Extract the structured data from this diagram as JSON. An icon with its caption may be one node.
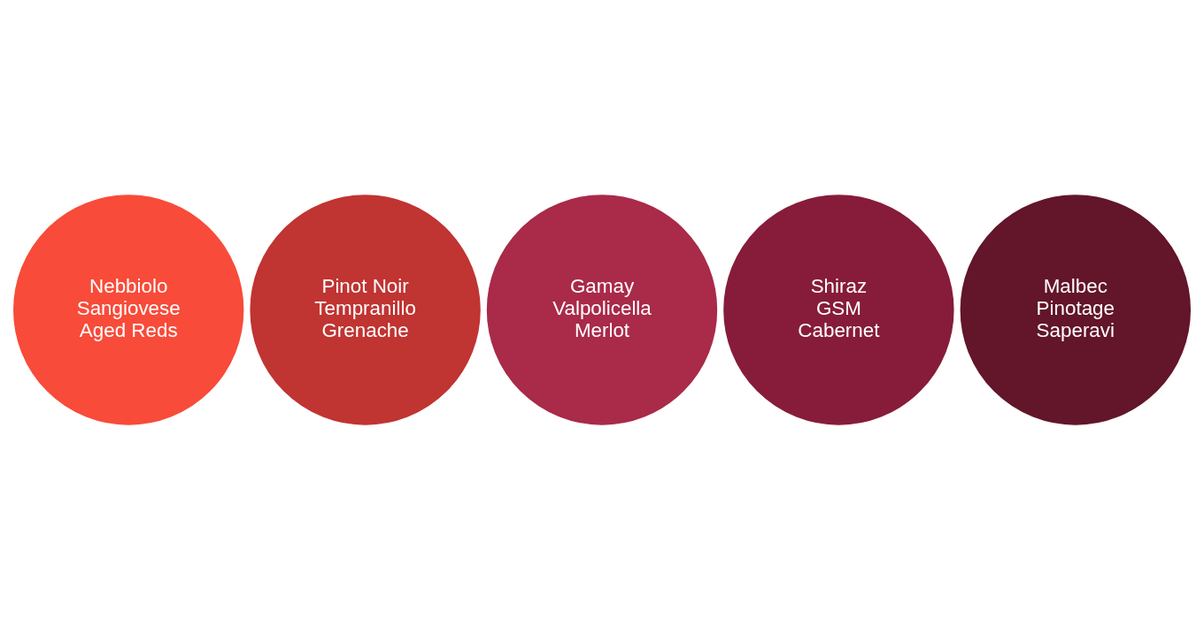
{
  "diagram": {
    "nodes": [
      {
        "text": [
          "Nebbiolo",
          "Sangiovese",
          "Aged Reds"
        ]
      },
      {
        "text": [
          "Pinot Noir",
          "Tempranillo",
          "Grenache"
        ]
      },
      {
        "text": [
          "Gamay",
          "Valpolicella",
          "Merlot"
        ]
      },
      {
        "text": [
          "Shiraz",
          "GSM",
          "Cabernet"
        ]
      },
      {
        "text": [
          "Malbec",
          "Pinotage",
          "Saperavi"
        ]
      }
    ]
  }
}
